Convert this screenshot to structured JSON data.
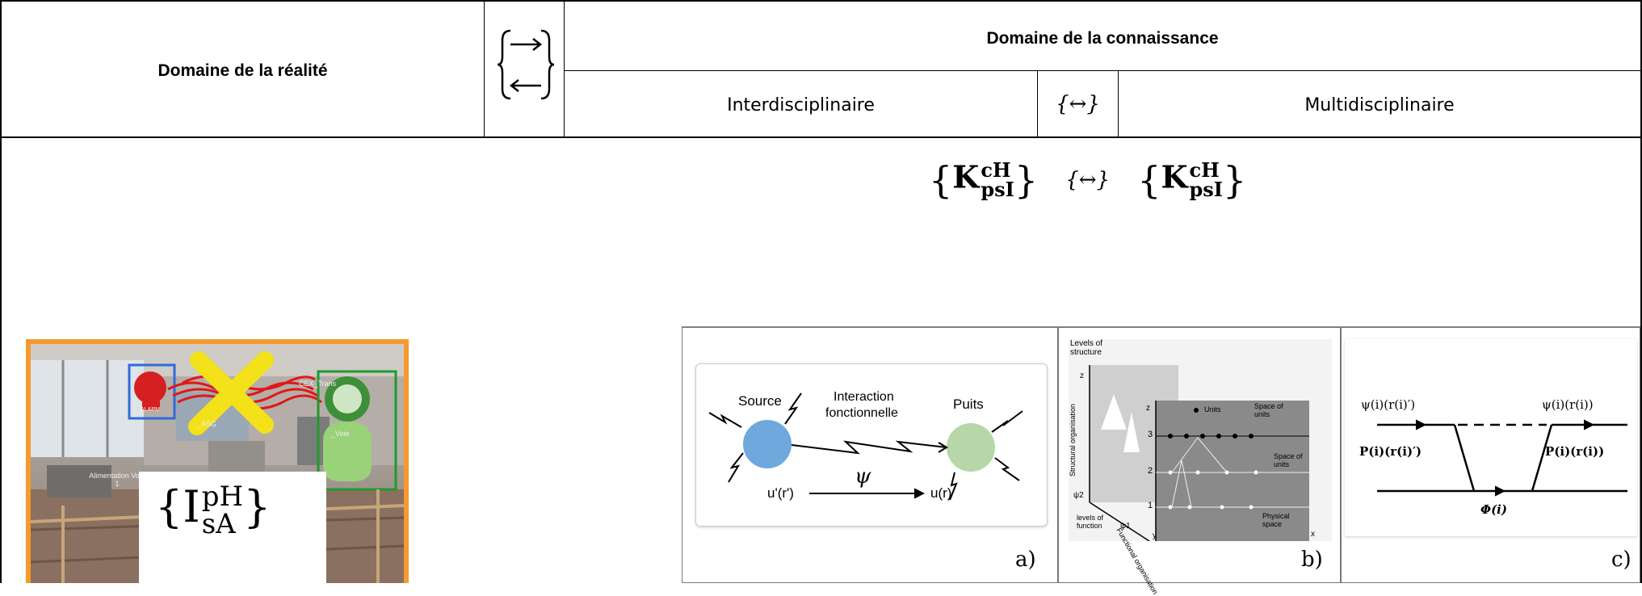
{
  "table": {
    "reality_header": "Domaine de la réalité",
    "knowledge_header": "Domaine de la connaissance",
    "interdisciplinary": "Interdisciplinaire",
    "multidisciplinary": "Multidisciplinaire",
    "bidirectional_symbol": "{↔}"
  },
  "formula": {
    "left_main": "K",
    "left_sup": "cH",
    "left_sub": "psI",
    "middle": "{↔}",
    "right_main": "K",
    "right_sup": "cH",
    "right_sub": "psI"
  },
  "photo": {
    "main": "I",
    "sup": "pH",
    "sub": "sA",
    "alarm_label": "ALARM",
    "label_alim": "Alimentation Voie 1",
    "label_asg": "_ASG",
    "label_cex": "CEX_Trans",
    "label_voie": "_Voie"
  },
  "panel_a": {
    "source": "Source",
    "interaction_line1": "Interaction",
    "interaction_line2": "fonctionnelle",
    "puits": "Puits",
    "psi": "ψ",
    "u_prime": "u'(r')",
    "u": "u(r)",
    "label": "a)"
  },
  "panel_b": {
    "levels_structure_line1": "Levels of",
    "levels_structure_line2": "structure",
    "structural_org": "Structural organisation",
    "space_of_units": "Space of units",
    "units": "Units",
    "space_of_units2": "Space of units",
    "levels_function": "levels of function",
    "functional_org": "Functional organisation",
    "physical_space": "Physical space",
    "axis_z": "z",
    "axis_x": "x",
    "axis_y": "y",
    "psi2": "ψ2",
    "psi1": "ψ1",
    "level3": "3",
    "level2": "2",
    "level1": "1",
    "label": "b)"
  },
  "panel_c": {
    "psi_left": "ψ(i)(r(i)′)",
    "psi_right": "ψ(i)(r(i))",
    "p_left": "P(i)(r(i)′)",
    "p_right": "P(i)(r(i))",
    "phi": "Φ(i)",
    "label": "c)"
  }
}
